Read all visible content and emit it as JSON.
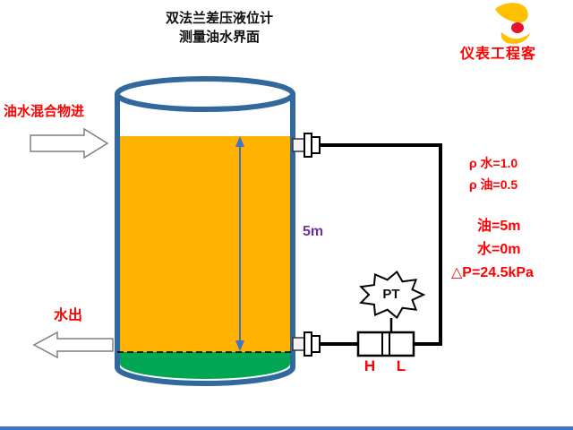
{
  "title": {
    "line1": "双法兰差压液位计",
    "line2": "测量油水界面"
  },
  "logo": {
    "name": "仪表工程客"
  },
  "tank": {
    "inlet_label": "油水混合物进",
    "outlet_label": "水出",
    "height_label": "5m"
  },
  "transmitter": {
    "label": "PT",
    "high_port": "H",
    "low_port": "L"
  },
  "readings": {
    "rho_water": "ρ 水=1.0",
    "rho_oil": "ρ 油=0.5",
    "oil_height": "油=5m",
    "water_height": "水=0m",
    "delta_p": "△P=24.5kPa"
  },
  "colors": {
    "tank_border": "#31699E",
    "oil_fill": "#FFB300",
    "water_fill": "#00A651",
    "label_red": "#FF0000",
    "height_label_purple": "#7030A0",
    "dimension_blue": "#4472C4",
    "pipe_black": "#000000",
    "logo_yellow": "#FFC000",
    "logo_red": "#E8112D"
  }
}
